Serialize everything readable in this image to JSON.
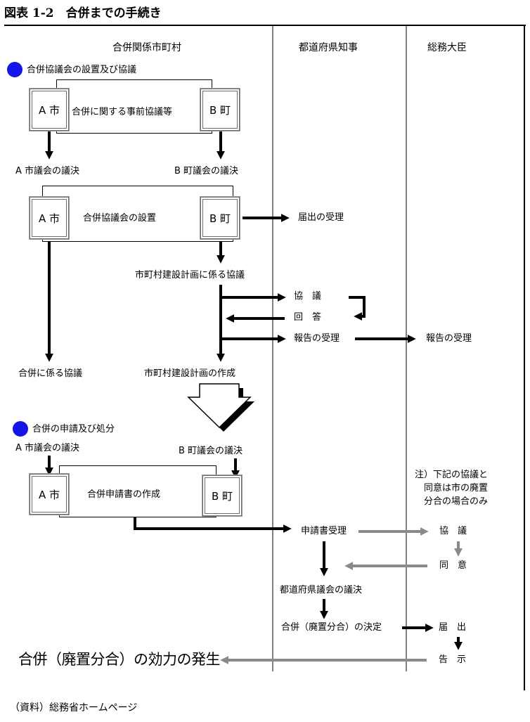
{
  "title": "図表 1-2　合併までの手続き",
  "source": "（資料）総務省ホームページ",
  "columns": {
    "municipalities": "合併関係市町村",
    "prefecture": "都道府県知事",
    "ministry": "総務大臣"
  },
  "section1": {
    "heading": "合併協議会の設置及び協議",
    "box1_label": "合併に関する事前協議等",
    "city": "A 市",
    "town": "B 町",
    "city_vote": "A 市議会の議決",
    "town_vote": "B 町議会の議決",
    "box2_label": "合併協議会の設置",
    "notification": "届出の受理",
    "plan_consult": "市町村建設計画に係る協議",
    "consult": "協　議",
    "answer": "回　答",
    "report_pref": "報告の受理",
    "report_ministry": "報告の受理",
    "merger_consult": "合併に係る協議",
    "plan_create": "市町村建設計画の作成"
  },
  "section2": {
    "heading": "合併の申請及び処分",
    "city_vote": "A 市議会の議決",
    "town_vote": "B 町議会の議決",
    "box3_label": "合併申請書の作成",
    "city": "A 市",
    "town": "B 町",
    "note": "注）下記の協議と\n　同意は市の廃置\n　分合の場合のみ",
    "application_received": "申請書受理",
    "consult": "協　議",
    "consent": "同　意",
    "assembly_vote": "都道府県議会の議決",
    "decision": "合併（廃置分合）の決定",
    "notification": "届　出",
    "announcement": "告　示",
    "effect": "合併（廃置分合）の効力の発生"
  }
}
